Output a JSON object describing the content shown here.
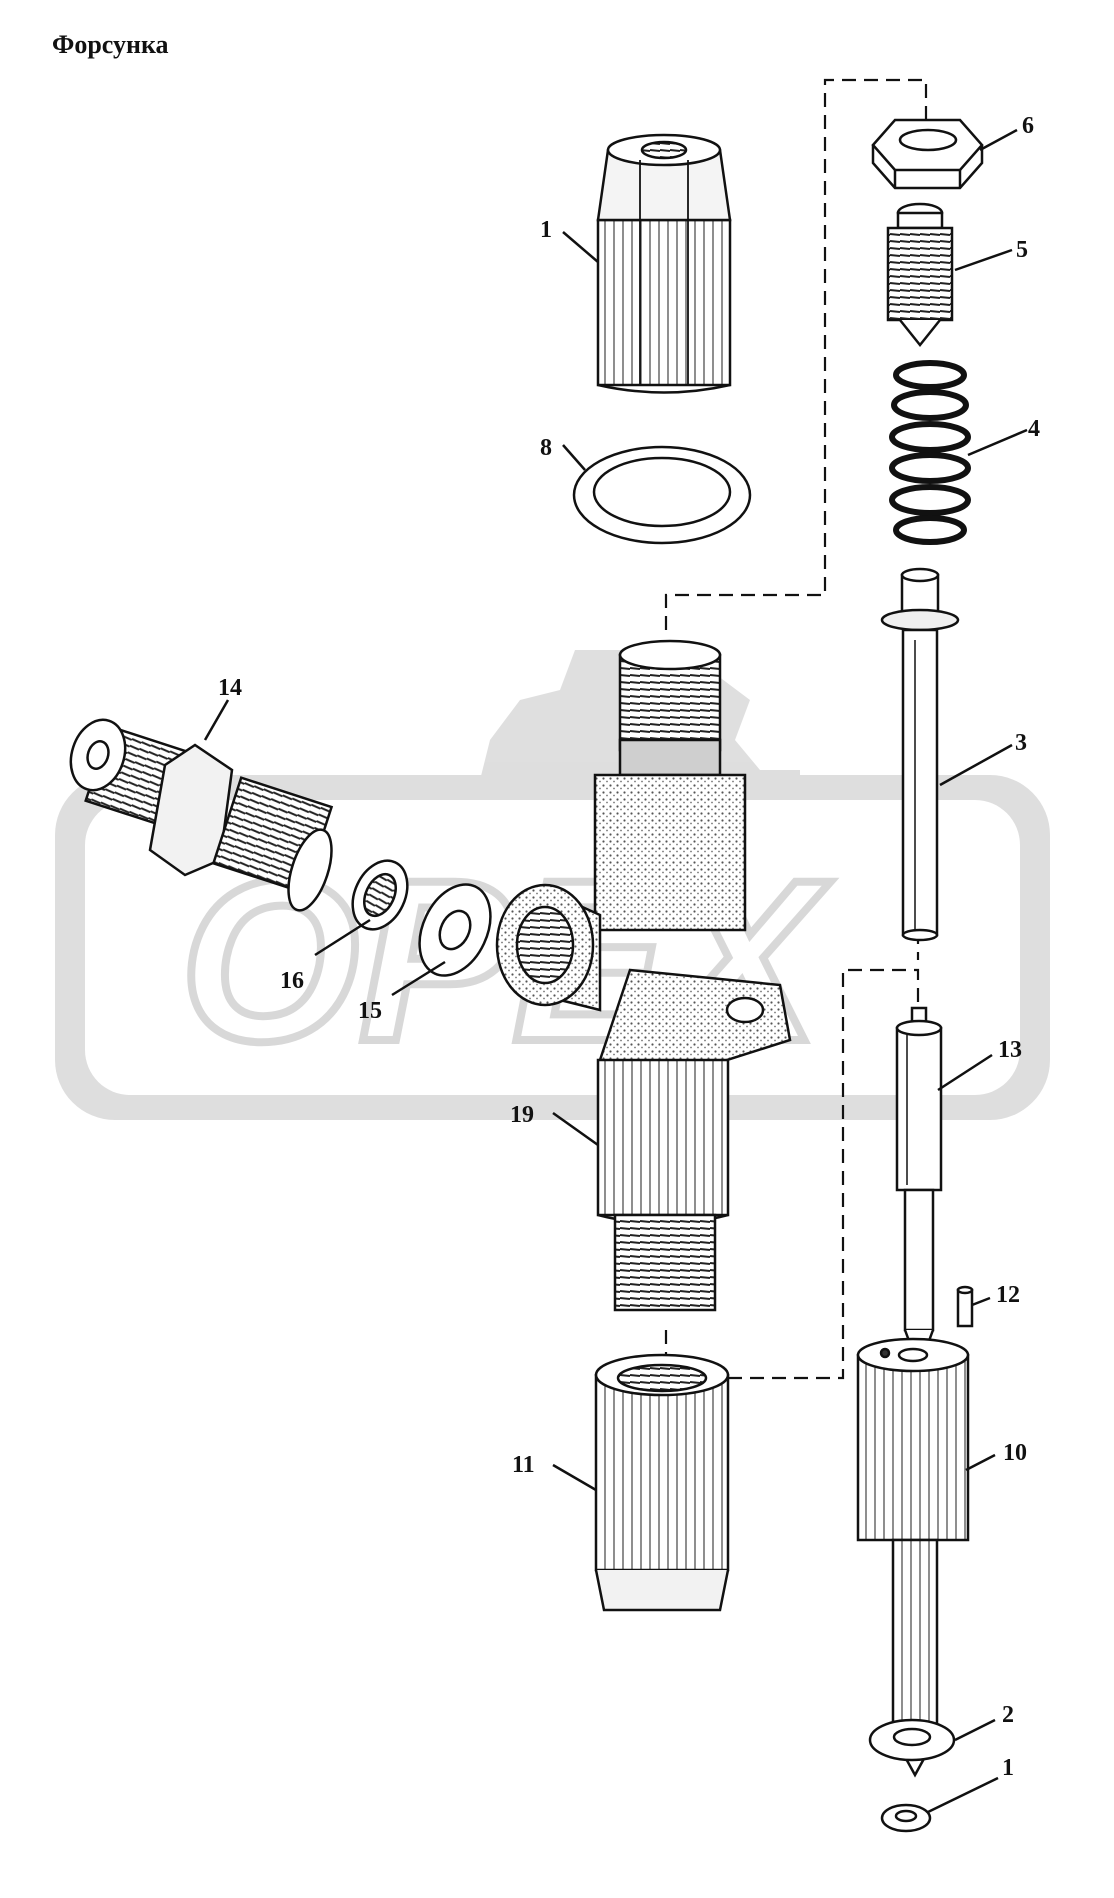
{
  "title": "Форсунка",
  "watermark": {
    "text": "OPEX",
    "color": "#d9d9d9"
  },
  "colors": {
    "ink": "#111111",
    "paper": "#ffffff",
    "stipple": "#8a8a8a"
  },
  "labels": {
    "l1a": "1",
    "l1b": "1",
    "l2": "2",
    "l3": "3",
    "l4": "4",
    "l5": "5",
    "l6": "6",
    "l8": "8",
    "l10": "10",
    "l11": "11",
    "l12": "12",
    "l13": "13",
    "l14": "14",
    "l15": "15",
    "l16": "16",
    "l19": "19"
  }
}
